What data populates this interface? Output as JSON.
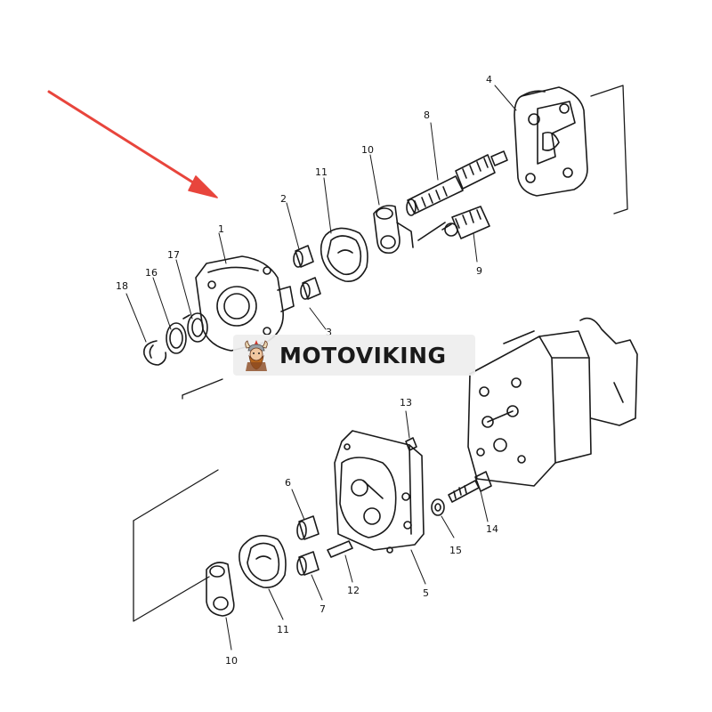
{
  "brand": {
    "name": "MOTOVIKING"
  },
  "colors": {
    "arrow": "#e8453c",
    "ink": "#1a1a1a",
    "banner": "#eeeeee"
  },
  "part_labels": {
    "l1": "1",
    "l2": "2",
    "l3": "3",
    "l4": "4",
    "l8": "8",
    "l9": "9",
    "l10a": "10",
    "l11a": "11",
    "l16": "16",
    "l17": "17",
    "l18": "18",
    "l5": "5",
    "l6": "6",
    "l7": "7",
    "l10b": "10",
    "l11b": "11",
    "l12": "12",
    "l13": "13",
    "l14": "14",
    "l15": "15"
  }
}
